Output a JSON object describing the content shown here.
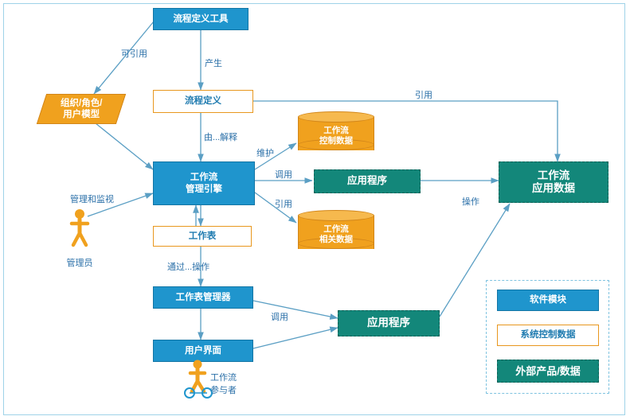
{
  "diagram": {
    "title": "",
    "nodes": [
      {
        "id": "n1",
        "label": "流程定义工具",
        "type": "module"
      },
      {
        "id": "n2",
        "label": "流程定义",
        "type": "system-control-data"
      },
      {
        "id": "n3",
        "label": "组织/角色/\n用户模型",
        "type": "parallelogram"
      },
      {
        "id": "n4",
        "label": "工作流\n管理引擎",
        "type": "module"
      },
      {
        "id": "n5",
        "label": "工作流\n控制数据",
        "type": "cylinder"
      },
      {
        "id": "n6",
        "label": "工作流\n相关数据",
        "type": "cylinder"
      },
      {
        "id": "n7",
        "label": "应用程序",
        "type": "external"
      },
      {
        "id": "n8",
        "label": "工作流\n应用数据",
        "type": "external"
      },
      {
        "id": "n9",
        "label": "工作表",
        "type": "system-control-data"
      },
      {
        "id": "n10",
        "label": "工作表管理器",
        "type": "module"
      },
      {
        "id": "n11",
        "label": "应用程序",
        "type": "external"
      },
      {
        "id": "n12",
        "label": "用户界面",
        "type": "module"
      }
    ],
    "edge_labels": [
      {
        "id": "e1",
        "label": "可引用"
      },
      {
        "id": "e2",
        "label": "产生"
      },
      {
        "id": "e3",
        "label": "引用"
      },
      {
        "id": "e4",
        "label": "由...解释"
      },
      {
        "id": "e5",
        "label": "维护"
      },
      {
        "id": "e6",
        "label": "调用"
      },
      {
        "id": "e7",
        "label": "引用"
      },
      {
        "id": "e8",
        "label": "操作"
      },
      {
        "id": "e9",
        "label": "管理和监视"
      },
      {
        "id": "e10",
        "label": "通过...操作"
      },
      {
        "id": "e11",
        "label": "调用"
      }
    ],
    "actors": [
      {
        "id": "a1",
        "label": "管理员",
        "icon": "person-icon"
      },
      {
        "id": "a2",
        "label": "工作流\n参与者",
        "icon": "person-bicycle-icon"
      }
    ],
    "legend": {
      "items": [
        {
          "label": "软件模块",
          "type": "module"
        },
        {
          "label": "系统控制数据",
          "type": "system-control-data"
        },
        {
          "label": "外部产品/数据",
          "type": "external"
        }
      ]
    },
    "colors": {
      "module_fill": "#1f95cd",
      "module_stroke": "#1275a5",
      "data_fill": "#f0a11e",
      "data_stroke": "#d2861a",
      "external_fill": "#13877a",
      "external_stroke": "#0c6157",
      "arrow": "#5b9fc4",
      "label_text": "#2a6fa8",
      "frame": "#9fd3e8",
      "actor": "#f0a11e"
    }
  }
}
